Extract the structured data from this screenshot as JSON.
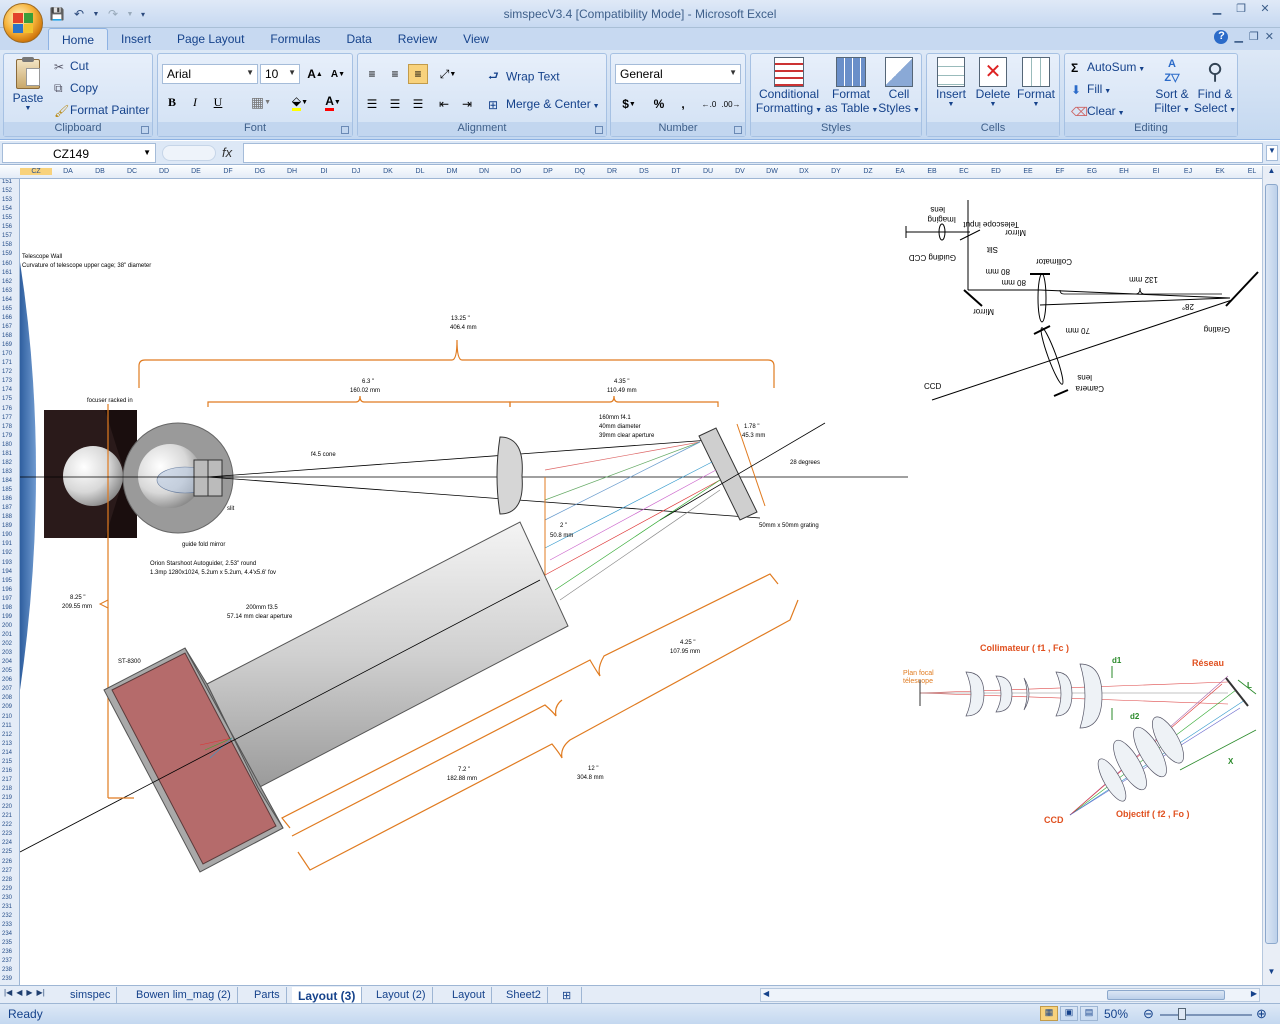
{
  "window": {
    "title": "simspecV3.4  [Compatibility Mode] - Microsoft Excel"
  },
  "ribbon_tabs": [
    "Home",
    "Insert",
    "Page Layout",
    "Formulas",
    "Data",
    "Review",
    "View"
  ],
  "clipboard": {
    "paste": "Paste",
    "cut": "Cut",
    "copy": "Copy",
    "format_painter": "Format Painter",
    "label": "Clipboard"
  },
  "font": {
    "name": "Arial",
    "size": "10",
    "label": "Font",
    "bold": "B",
    "italic": "I",
    "underline": "U"
  },
  "alignment": {
    "wrap": "Wrap Text",
    "merge": "Merge & Center",
    "label": "Alignment"
  },
  "number": {
    "format": "General",
    "label": "Number",
    "currency": "$",
    "percent": "%",
    "comma": ","
  },
  "styles": {
    "conditional_1": "Conditional",
    "conditional_2": "Formatting",
    "table_1": "Format",
    "table_2": "as Table",
    "cell_1": "Cell",
    "cell_2": "Styles",
    "label": "Styles"
  },
  "cells": {
    "insert": "Insert",
    "delete": "Delete",
    "format": "Format",
    "label": "Cells"
  },
  "editing": {
    "autosum": "AutoSum",
    "fill": "Fill",
    "clear": "Clear",
    "sort_1": "Sort &",
    "sort_2": "Filter",
    "find_1": "Find &",
    "find_2": "Select",
    "label": "Editing"
  },
  "formula_bar": {
    "name_box": "CZ149",
    "fx": "fx",
    "value": ""
  },
  "columns": [
    "CZ",
    "DA",
    "DB",
    "DC",
    "DD",
    "DE",
    "DF",
    "DG",
    "DH",
    "DI",
    "DJ",
    "DK",
    "DL",
    "DM",
    "DN",
    "DO",
    "DP",
    "DQ",
    "DR",
    "DS",
    "DT",
    "DU",
    "DV",
    "DW",
    "DX",
    "DY",
    "DZ",
    "EA",
    "EB",
    "EC",
    "ED",
    "EE",
    "EF",
    "EG",
    "EH",
    "EI",
    "EJ",
    "EK",
    "EL"
  ],
  "row_start": 151,
  "row_end": 239,
  "sheet_tabs": [
    "simspec",
    "Bowen lim_mag (2)",
    "Parts",
    "Layout (3)",
    "Layout (2)",
    "Layout",
    "Sheet2"
  ],
  "active_sheet": "Layout (3)",
  "status": {
    "ready": "Ready",
    "zoom": "50%"
  },
  "drawing": {
    "telescope_wall": "Telescope Wall",
    "curvature": "Curvature of telescope upper cage; 38\" diameter",
    "total_len": "13.25 \"",
    "total_mm": "406.4 mm",
    "seg1_in": "6.3 \"",
    "seg1_mm": "160.02 mm",
    "seg2_in": "4.35 \"",
    "seg2_mm": "110.49 mm",
    "focuser": "focuser racked in",
    "cone": "f4.5 cone",
    "lens_1": "160mm f4.1",
    "lens_2": "40mm diameter",
    "lens_3": "39mm clear aperture",
    "gr_in": "1.78 \"",
    "gr_mm": "45.3 mm",
    "deg28": "28 degrees",
    "grating": "50mm x 50mm grating",
    "slit": "slit",
    "guide_fold": "guide fold mirror",
    "orion_1": "Orion Starshoot Autoguider, 2.53\" round",
    "orion_2": "1.3mp 1280x1024, 5.2um x 5.2um, 4.4'x5.6' fov",
    "v_in": "8.25 \"",
    "v_mm": "209.55 mm",
    "two_in": "2 \"",
    "two_mm": "50.8 mm",
    "cam_1": "200mm f3.5",
    "cam_2": "57.14 mm clear aperture",
    "st": "ST-8300",
    "c4_in": "4.25 \"",
    "c4_mm": "107.95 mm",
    "c7_in": "7.2 \"",
    "c7_mm": "182.88 mm",
    "c12_in": "12 \"",
    "c12_mm": "304.8 mm",
    "sk_tel": "Telescope input",
    "sk_mirror": "Mirror",
    "sk_imaging": "Imaging",
    "sk_lens": "lens",
    "sk_slit": "Slit",
    "sk_guiding": "Guiding CCD",
    "sk_80a": "80 mm",
    "sk_80b": "80 mm",
    "sk_collim": "Collimator",
    "sk_132": "132 mm",
    "sk_28": "28°",
    "sk_grating": "Grating",
    "sk_mirror2": "Mirror",
    "sk_70": "70 mm",
    "sk_ccd": "CCD",
    "sk_lens2": "lens",
    "sk_camera": "Camera",
    "fr_collim": "Collimateur ( f1 , Fc )",
    "fr_reseau": "Réseau",
    "fr_plan1": "Plan focal",
    "fr_plan2": "télescope",
    "fr_d1": "d1",
    "fr_d2": "d2",
    "fr_L": "L",
    "fr_X": "X",
    "fr_ccd": "CCD",
    "fr_obj": "Objectif  ( f2 , Fo )"
  }
}
